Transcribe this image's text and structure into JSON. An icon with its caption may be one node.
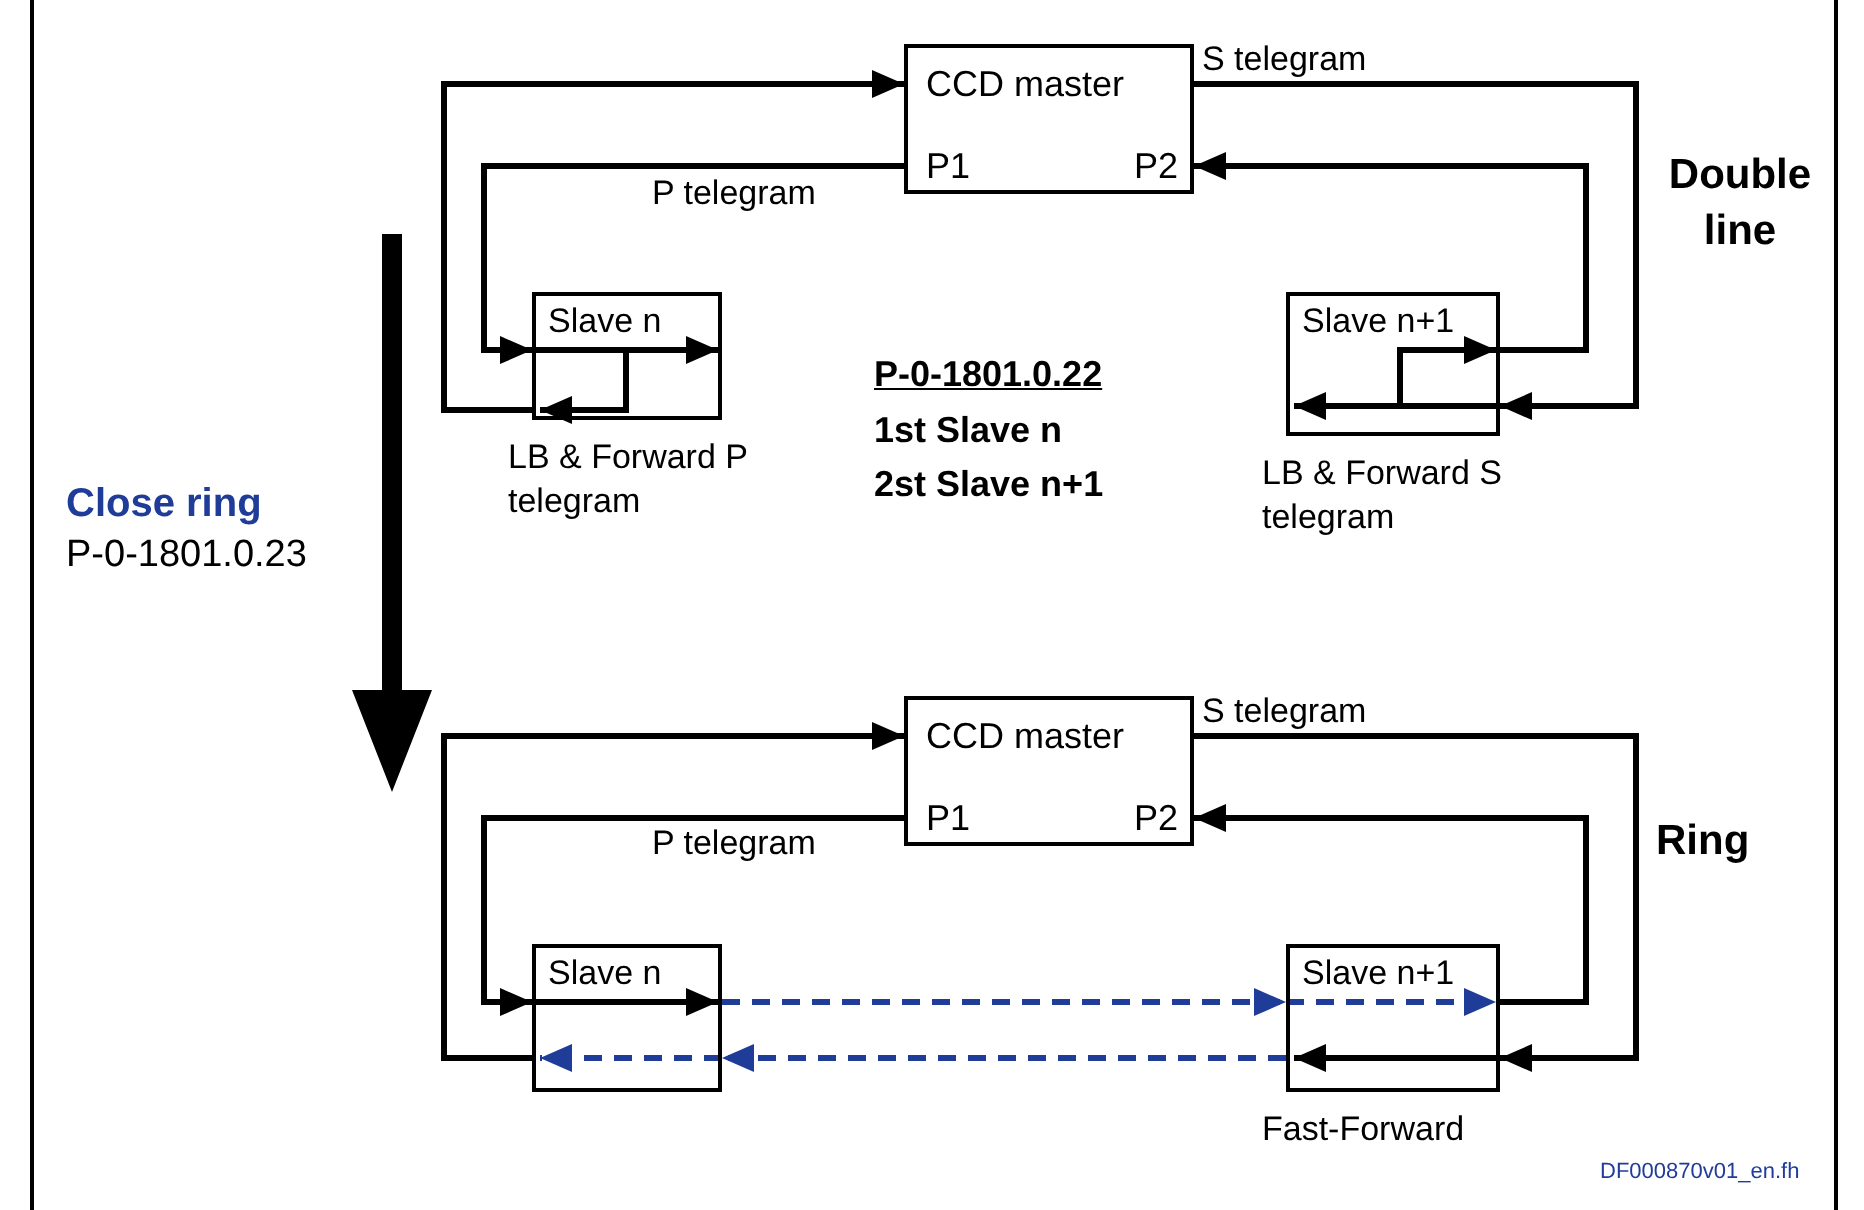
{
  "diagram": {
    "nodes": [
      {
        "text": [
          "CCD master",
          "P1",
          "P2"
        ]
      },
      {
        "text": [
          "Slave n"
        ],
        "beside": [
          "LB & Forward P telegram"
        ]
      },
      {
        "text": [
          "Slave n+1"
        ],
        "beside": [
          "LB & Forward S telegram"
        ]
      },
      {
        "text": [
          "CCD master",
          "P1",
          "P2"
        ]
      },
      {
        "text": [
          "Slave n"
        ]
      },
      {
        "text": [
          "Slave n+1"
        ],
        "beside": [
          "Fast-Forward"
        ]
      }
    ],
    "edges": [
      {
        "from": 0,
        "to": 1,
        "arrow": "to",
        "label": "P telegram"
      },
      {
        "from": 1,
        "to": 0,
        "arrow": "to"
      },
      {
        "from": 0,
        "to": 2,
        "arrow": "to",
        "label": "S telegram"
      },
      {
        "from": 2,
        "to": 0,
        "arrow": "to"
      },
      {
        "from": 3,
        "to": 4,
        "arrow": "to",
        "label": "P telegram"
      },
      {
        "from": 4,
        "to": 3,
        "arrow": "to"
      },
      {
        "from": 3,
        "to": 5,
        "arrow": "to",
        "label": "S telegram"
      },
      {
        "from": 5,
        "to": 3,
        "arrow": "to"
      },
      {
        "from": 4,
        "to": 5,
        "arrow": "to",
        "style": "dashed",
        "color": "#1f3c99"
      },
      {
        "from": 5,
        "to": 4,
        "arrow": "to",
        "style": "dashed",
        "color": "#1f3c99"
      }
    ],
    "labels": [
      "Double line",
      "Close ring",
      "P-0-1801.0.23",
      "P-0-1801.0.22",
      "1st Slave n",
      "2st Slave n+1",
      "Ring",
      "DF000870v01_en.fh"
    ]
  }
}
